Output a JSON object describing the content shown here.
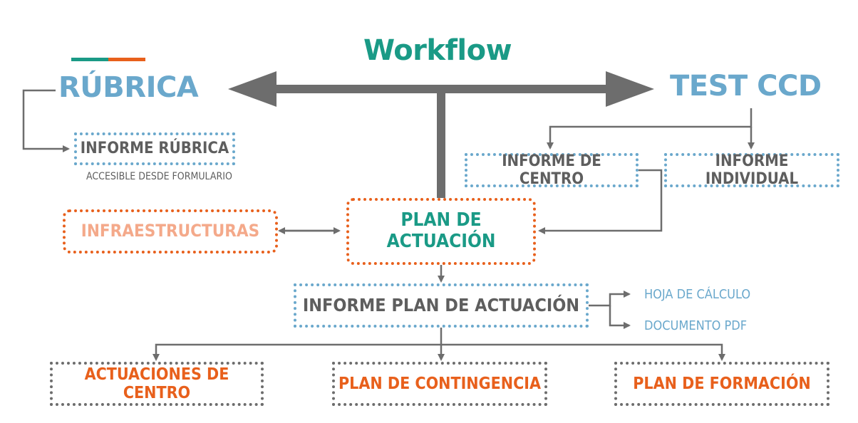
{
  "title": "Workflow",
  "left_heading": "RÚBRICA",
  "right_heading": "TEST CCD",
  "nodes": {
    "informe_rubrica": "INFORME RÚBRICA",
    "informe_rubrica_note": "ACCESIBLE DESDE FORMULARIO",
    "informe_centro": "INFORME DE CENTRO",
    "informe_individual": "INFORME INDIVIDUAL",
    "infraestructuras": "INFRAESTRUCTURAS",
    "plan_actuacion": "PLAN DE ACTUACIÓN",
    "informe_plan": "INFORME PLAN DE ACTUACIÓN",
    "hoja_calculo": "HOJA DE CÁLCULO",
    "documento_pdf": "DOCUMENTO PDF",
    "actuaciones_centro": "ACTUACIONES DE CENTRO",
    "plan_contingencia": "PLAN DE CONTINGENCIA",
    "plan_formacion": "PLAN DE FORMACIÓN"
  },
  "colors": {
    "teal": "#1a9a86",
    "orange": "#e8601c",
    "blue": "#6aa8cc",
    "gray": "#6d6d6d",
    "salmon": "#f4a98a"
  }
}
